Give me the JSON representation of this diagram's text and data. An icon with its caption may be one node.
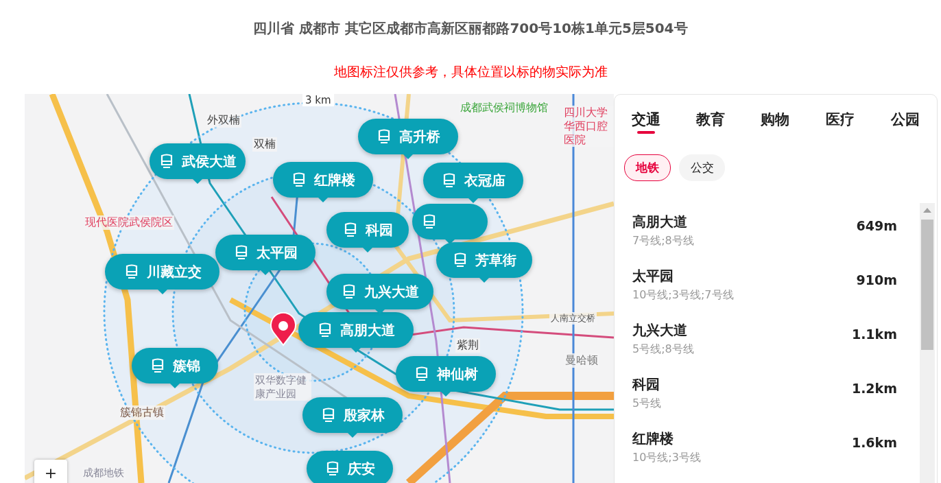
{
  "diagram": {
    "title": "四川省 成都市 其它区成都市高新区丽都路700号10栋1单元5层504号",
    "caption": "地图标注仅供参考，具体位置以标的物实际为准",
    "nodes": [
      {
        "text": [
          "武侯大道"
        ]
      },
      {
        "text": [
          "高升桥"
        ]
      },
      {
        "text": [
          "红牌楼"
        ]
      },
      {
        "text": [
          "衣冠庙"
        ]
      },
      {
        "text": [
          "科园"
        ]
      },
      {
        "text": [],
        "shape": "box"
      },
      {
        "text": [
          "芳草街"
        ]
      },
      {
        "text": [
          "太平园"
        ]
      },
      {
        "text": [
          "川藏立交"
        ]
      },
      {
        "text": [
          "九兴大道"
        ]
      },
      {
        "text": [
          "高朋大道"
        ]
      },
      {
        "text": [
          "簇锦"
        ]
      },
      {
        "text": [
          "神仙树"
        ]
      },
      {
        "text": [
          "殷家林"
        ]
      },
      {
        "text": [
          "庆安"
        ]
      }
    ],
    "labels": [
      "3 km",
      "外双楠",
      "双楠",
      "成都武侯祠博物馆",
      "四川大学华西口腔医院",
      "现代医院武侯院区",
      "人南立交桥",
      "紫荆",
      "曼哈顿",
      "双华数字健康产业园",
      "簇锦古镇",
      "+",
      "成都地铁",
      "交通",
      "教育",
      "购物",
      "医疗",
      "公园",
      "地铁",
      "公交",
      "高朋大道",
      "7号线;8号线",
      "649m",
      "太平园",
      "10号线;3号线;7号线",
      "910m",
      "九兴大道",
      "5号线;8号线",
      "1.1km",
      "科园",
      "5号线",
      "1.2km",
      "红牌楼",
      "10号线;3号线",
      "1.6km"
    ]
  }
}
